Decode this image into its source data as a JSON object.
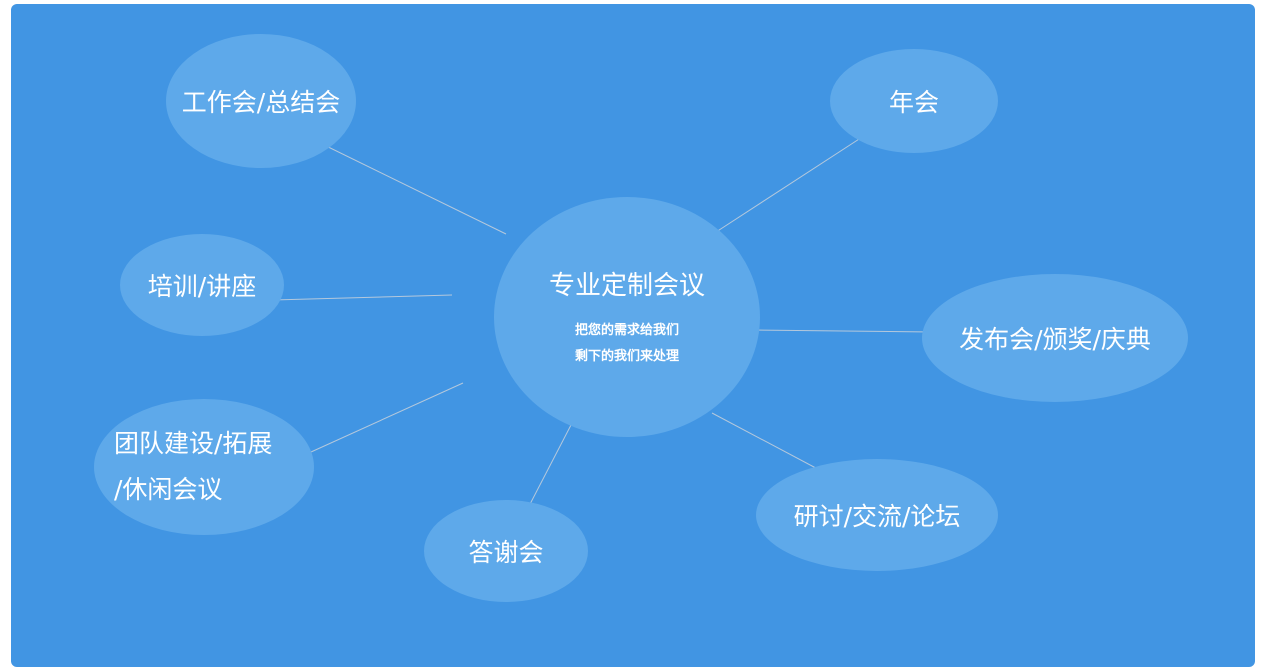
{
  "center": {
    "title": "专业定制会议",
    "subtitle_line1": "把您的需求给我们",
    "subtitle_line2": "剩下的我们来处理"
  },
  "nodes": {
    "work": "工作会/总结会",
    "annual": "年会",
    "training": "培训/讲座",
    "release": "发布会/颁奖/庆典",
    "team_line1": "团队建设/拓展",
    "team_line2": "/休闲会议",
    "thanks": "答谢会",
    "seminar": "研讨/交流/论坛"
  },
  "colors": {
    "background": "#4195e3",
    "bubble": "#5ea9ea",
    "connector": "#b4c8dc"
  }
}
